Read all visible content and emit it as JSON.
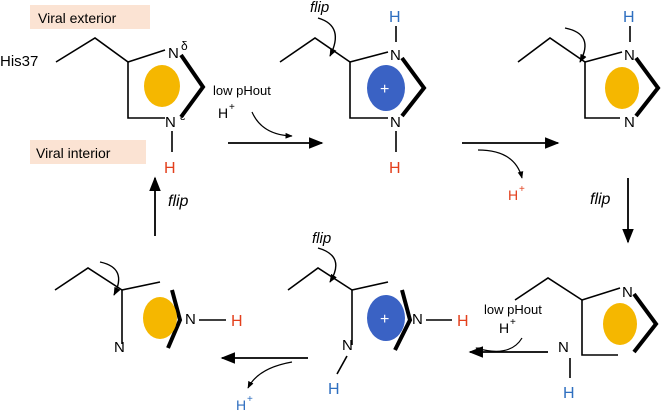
{
  "labels": {
    "viral_exterior": "Viral exterior",
    "viral_interior": "Viral interior",
    "residue": "His37",
    "delta": "δ",
    "epsilon": "ε",
    "n": "N",
    "h": "H",
    "plus": "+",
    "flip": "flip",
    "low_ph": "low pHout",
    "h_plus": "H",
    "plus_sup": "+"
  },
  "colors": {
    "exterior_box": "#fbe3d3",
    "interior_box": "#fbe3d3",
    "neutral_ring": "#f5b700",
    "charged_ring": "#3a62c4",
    "proton_red": "#e3401d",
    "proton_blue": "#2f6fc0",
    "line": "#000000"
  },
  "icons": {
    "neutral": "yellow-ellipse-icon",
    "charged": "blue-ellipse-plus-icon",
    "rotation": "curved-rotation-arrow-icon",
    "reaction": "straight-reaction-arrow-icon"
  }
}
